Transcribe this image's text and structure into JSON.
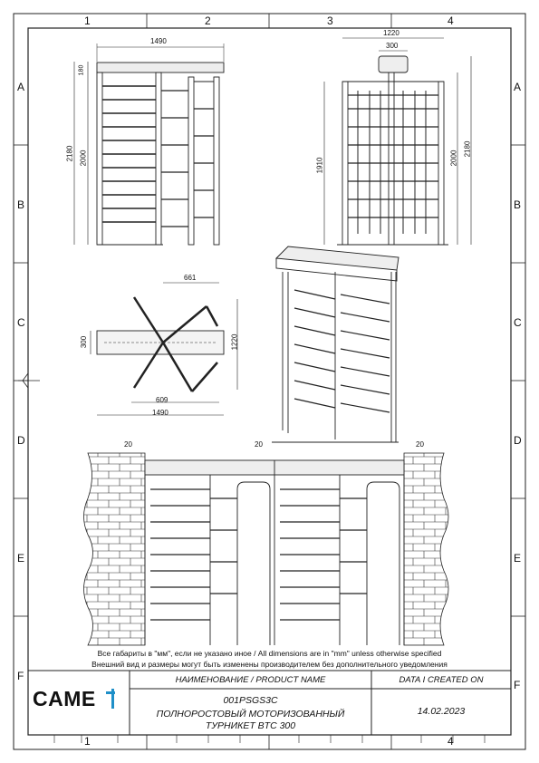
{
  "frame": {
    "columns_top": [
      "1",
      "2",
      "3",
      "4"
    ],
    "columns_bottom": [
      "1",
      "4"
    ],
    "rows_left": [
      "A",
      "B",
      "C",
      "D",
      "E",
      "F"
    ],
    "rows_right": [
      "A",
      "B",
      "C",
      "D",
      "E",
      "F"
    ]
  },
  "dimensions": {
    "front_width": "1490",
    "front_top": "180",
    "front_total_height": "2180",
    "front_frame_height": "2000",
    "side_width": "1220",
    "side_head": "300",
    "side_height": "1910",
    "side_frame_height": "2000",
    "side_total_height": "2180",
    "plan_arm": "661",
    "plan_depth": "300",
    "plan_width": "1220",
    "plan_inner": "609",
    "plan_total": "1490",
    "wall_gap_left": "20",
    "wall_gap_mid": "20",
    "wall_gap_right": "20"
  },
  "notes": {
    "line1": "Все габариты в \"мм\", если не указано иное / All dimensions are in \"mm\" unless otherwise specified",
    "line2": "Внешний вид и размеры могут быть изменены производителем без дополнительного уведомления"
  },
  "title_block": {
    "logo_text": "CAME",
    "name_header": "НАИМЕНОВАНИЕ / PRODUCT NAME",
    "date_header": "DATA I CREATED ON",
    "product_code": "001PSGS3C",
    "product_name_line1": "ПОЛНОРОСТОВЫЙ МОТОРИЗОВАННЫЙ",
    "product_name_line2": "ТУРНИКЕТ BTC 300",
    "date": "14.02.2023"
  },
  "icons": {
    "logo_mark": "came-plus-icon",
    "left_arrow": "orientation-arrow-icon"
  }
}
